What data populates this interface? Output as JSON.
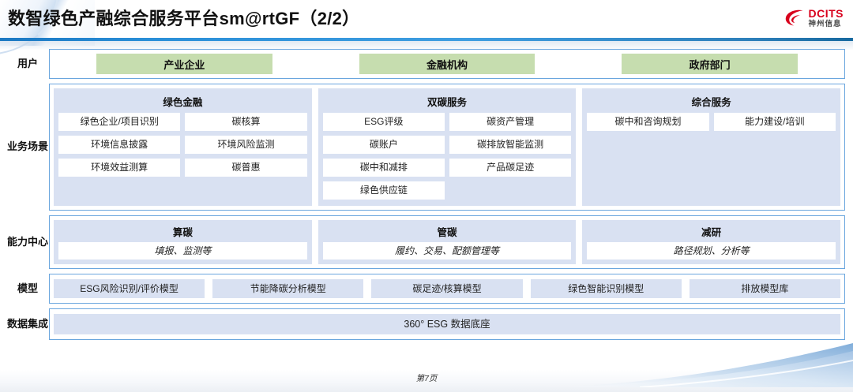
{
  "header": {
    "title": "数智绿色产融综合服务平台sm@rtGF（2/2）",
    "logo": {
      "icon": "dcits-swoosh-icon",
      "en": "DCITS",
      "cn": "神州信息",
      "color": "#d8001c"
    }
  },
  "colors": {
    "frame_border": "#6aa6de",
    "user_box": "#c6ddaf",
    "group_bg": "#d9e1f2",
    "rule": "#2a8fd8"
  },
  "rows": {
    "user": {
      "label": "用户",
      "items": [
        "产业企业",
        "金融机构",
        "政府部门"
      ]
    },
    "scenario": {
      "label": "业务场景",
      "groups": [
        {
          "title": "绿色金融",
          "items": [
            "绿色企业/项目识别",
            "碳核算",
            "环境信息披露",
            "环境风险监测",
            "环境效益测算",
            "碳普惠"
          ]
        },
        {
          "title": "双碳服务",
          "items": [
            "ESG评级",
            "碳资产管理",
            "碳账户",
            "碳排放智能监测",
            "碳中和减排",
            "产品碳足迹",
            "绿色供应链"
          ]
        },
        {
          "title": "综合服务",
          "items": [
            "碳中和咨询规划",
            "能力建设/培训"
          ]
        }
      ]
    },
    "capability": {
      "label": "能力中心",
      "groups": [
        {
          "title": "算碳",
          "desc": "填报、监测等"
        },
        {
          "title": "管碳",
          "desc": "履约、交易、配额管理等"
        },
        {
          "title": "减研",
          "desc": "路径规划、分析等"
        }
      ]
    },
    "model": {
      "label": "模型",
      "items": [
        "ESG风险识别/评价模型",
        "节能降碳分析模型",
        "碳足迹/核算模型",
        "绿色智能识别模型",
        "排放模型库"
      ]
    },
    "data": {
      "label": "数据集成",
      "bar": "360° ESG 数据底座"
    }
  },
  "footer": {
    "page": "第7页"
  }
}
